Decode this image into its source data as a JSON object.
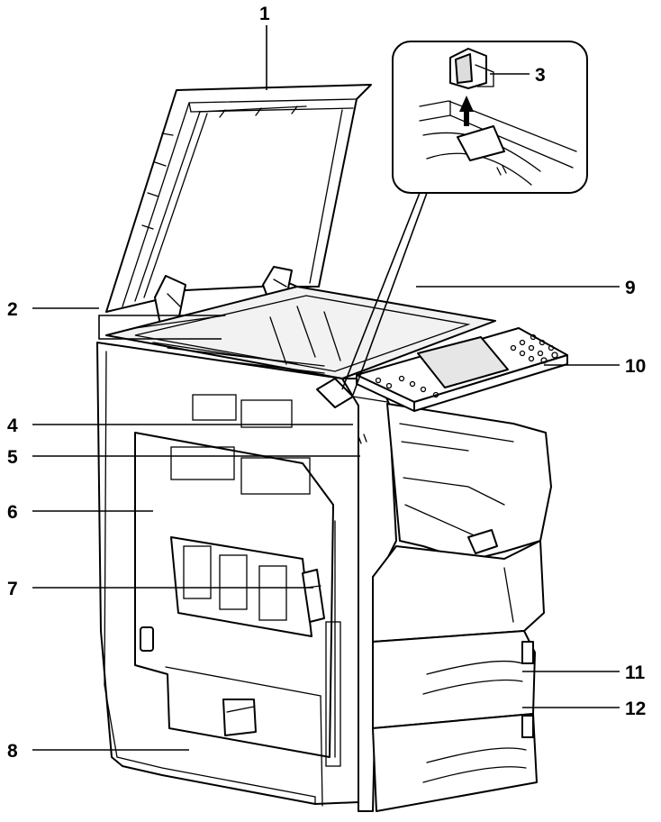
{
  "callouts": {
    "c1": "1",
    "c2": "2",
    "c3": "3",
    "c4": "4",
    "c5": "5",
    "c6": "6",
    "c7": "7",
    "c8": "8",
    "c9": "9",
    "c10": "10",
    "c11": "11",
    "c12": "12"
  },
  "colors": {
    "line": "#000000",
    "glass_fill": "#f2f2f2",
    "panel_fill": "#ffffff",
    "background": "#ffffff"
  }
}
